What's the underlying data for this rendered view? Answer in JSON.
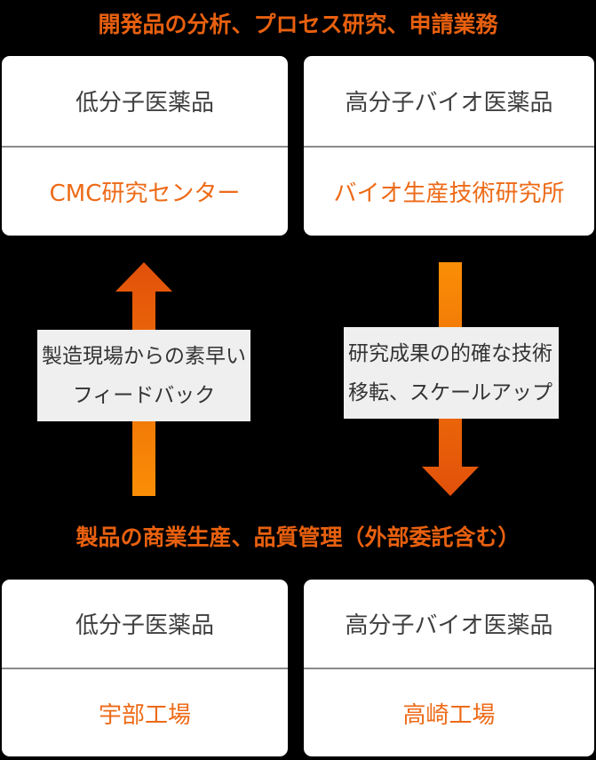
{
  "colors": {
    "background": "#000000",
    "accent_orange": "#e8600f",
    "box_orange": "#ed6a17",
    "box_gray_text": "#3f3f3f",
    "divider": "#8a8a8a",
    "note_bg": "#efefef",
    "note_text": "#333333",
    "arrow_dark": "#e2500a",
    "arrow_light": "#fa8e06"
  },
  "top_section": {
    "title": "開発品の分析、プロセス研究、申請業務",
    "boxes": [
      {
        "category": "低分子医薬品",
        "org": "CMC研究センター"
      },
      {
        "category": "高分子バイオ医薬品",
        "org": "バイオ生産技術研究所"
      }
    ]
  },
  "flows": [
    {
      "direction": "up",
      "note_line1": "製造現場からの素早い",
      "note_line2": "フィードバック"
    },
    {
      "direction": "down",
      "note_line1": "研究成果の的確な技術",
      "note_line2": "移転、スケールアップ"
    }
  ],
  "bottom_section": {
    "title": "製品の商業生産、品質管理（外部委託含む）",
    "boxes": [
      {
        "category": "低分子医薬品",
        "org": "宇部工場"
      },
      {
        "category": "高分子バイオ医薬品",
        "org": "高崎工場"
      }
    ]
  }
}
